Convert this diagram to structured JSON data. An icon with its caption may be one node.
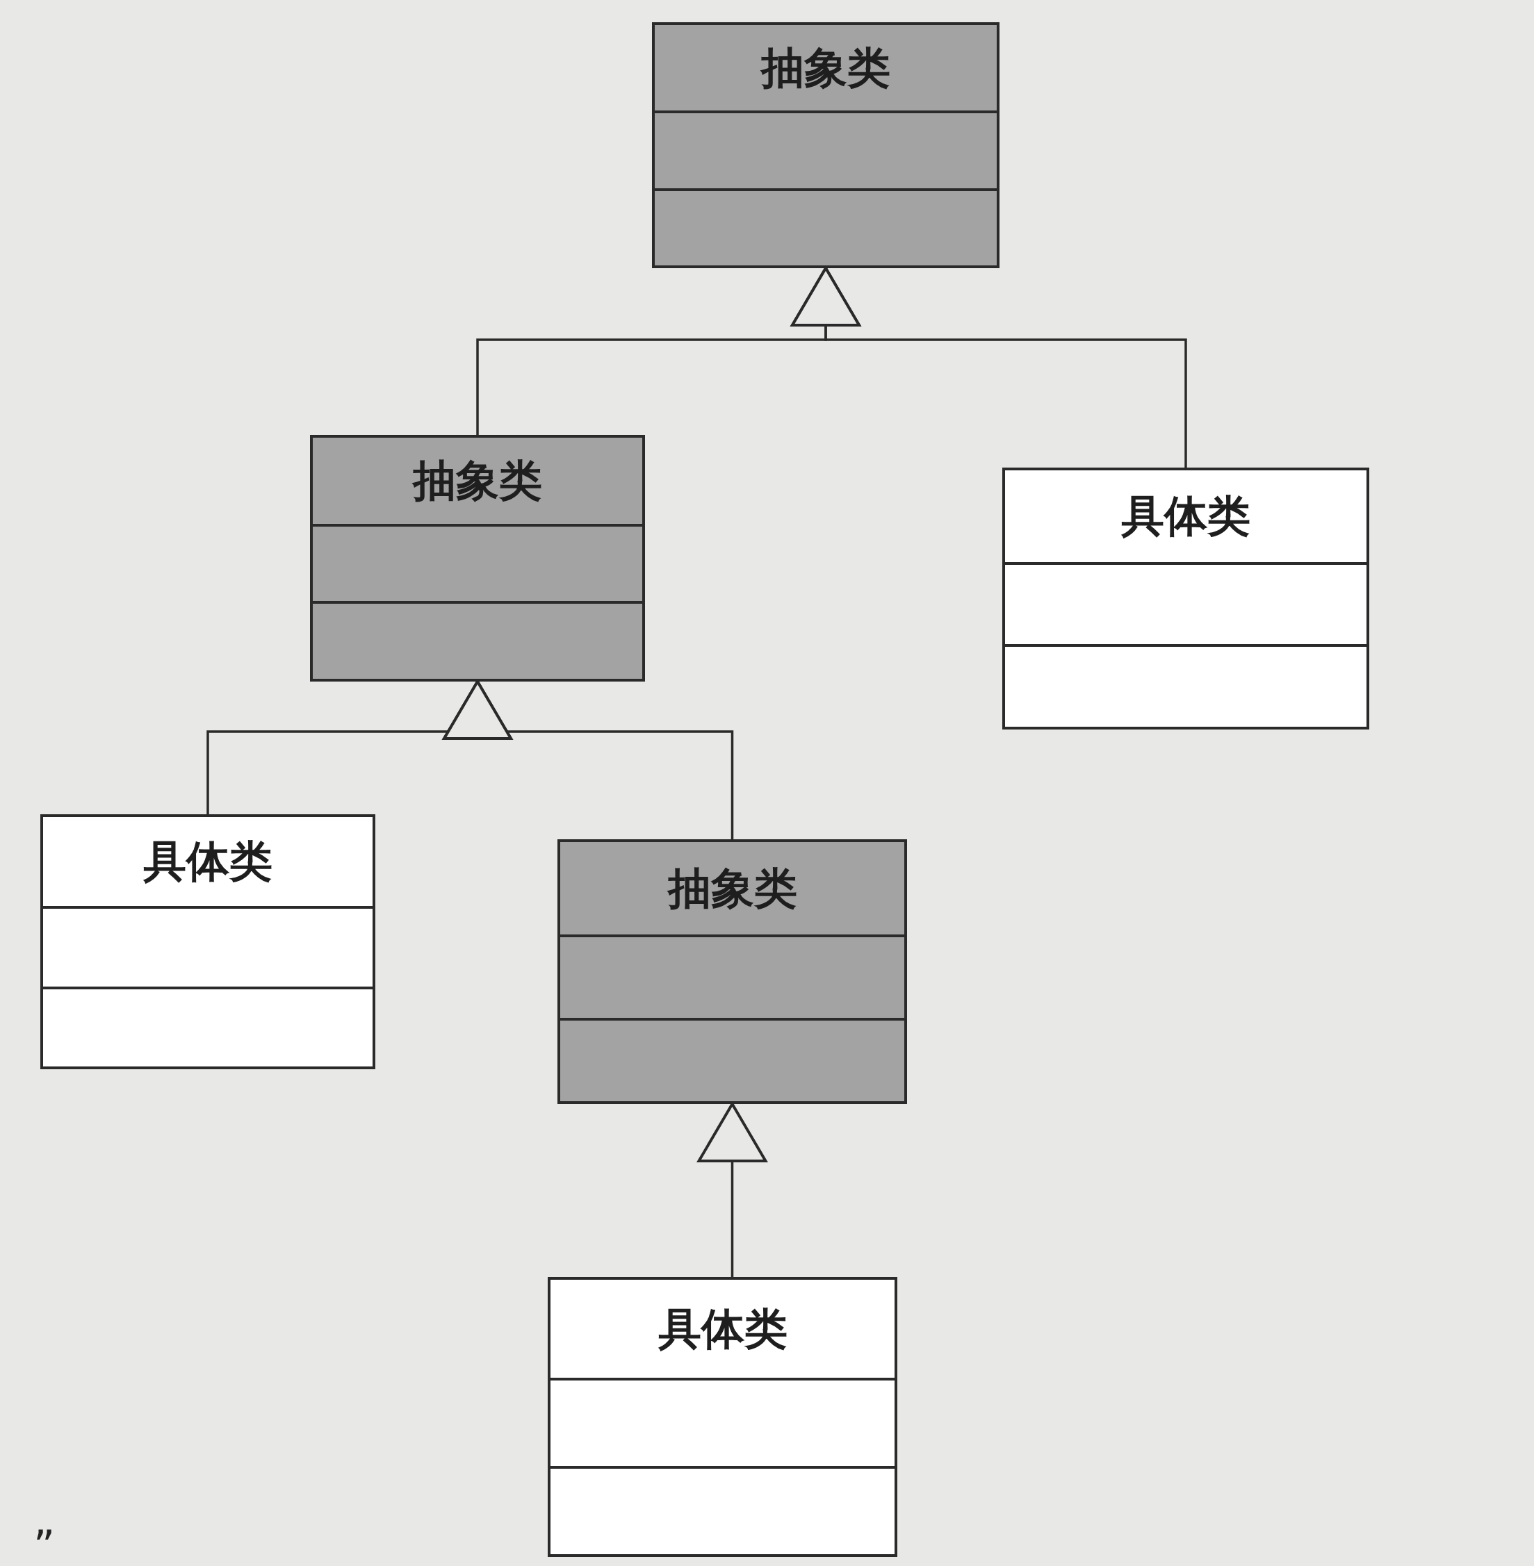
{
  "diagram": {
    "nodes": [
      {
        "text": [
          "抽象类"
        ]
      },
      {
        "text": [
          "抽象类"
        ]
      },
      {
        "text": [
          "具体类"
        ]
      },
      {
        "text": [
          "具体类"
        ]
      },
      {
        "text": [
          "抽象类"
        ]
      },
      {
        "text": [
          "具体类"
        ]
      }
    ],
    "edges": [
      {
        "from": 1,
        "to": 0,
        "arrow": "to"
      },
      {
        "from": 2,
        "to": 0,
        "arrow": "to"
      },
      {
        "from": 3,
        "to": 1,
        "arrow": "to"
      },
      {
        "from": 4,
        "to": 1,
        "arrow": "to"
      },
      {
        "from": 5,
        "to": 4,
        "arrow": "to"
      }
    ],
    "labels": [
      "”"
    ]
  }
}
